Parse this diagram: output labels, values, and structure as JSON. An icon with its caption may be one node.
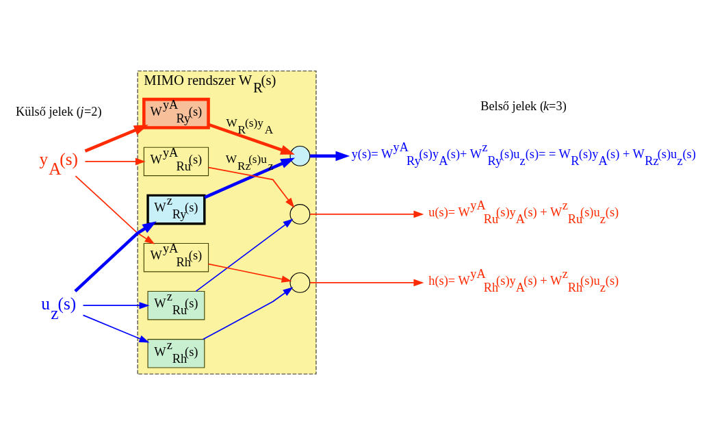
{
  "diagram": {
    "nodes": [
      {
        "text": [
          "MIMO rendszer W$_{R}$(s)"
        ]
      },
      {
        "text": [
          "y$_{A}$(s)"
        ]
      },
      {
        "text": [
          "u$_{z}$(s)"
        ]
      },
      {
        "text": [
          "W$^{yA}$$_{Ry}$(s)"
        ],
        "in": 0
      },
      {
        "text": [
          "W$^{z}$$_{Ry}$(s)"
        ],
        "in": 0
      },
      {
        "text": [
          "W$^{yA}$$_{Ru}$(s)"
        ],
        "in": 0
      },
      {
        "text": [
          "W$^{z}$$_{Ru}$(s)"
        ],
        "in": 0
      },
      {
        "text": [
          "W$^{yA}$$_{Rh}$(s)"
        ],
        "in": 0
      },
      {
        "text": [
          "W$^{z}$$_{Rh}$(s)"
        ],
        "in": 0
      },
      {
        "text": [],
        "shape": "circle",
        "in": 0
      },
      {
        "text": [],
        "shape": "circle",
        "in": 0
      },
      {
        "text": [],
        "shape": "circle",
        "in": 0
      },
      {
        "text": [
          "y(s)= W$^{yA}$$_{Ry}$(s)y$_{A}$(s)+ W$^{z}$$_{Ry}$(s)u$_{z}$(s)= = W$_{R}$(s)y$_{A}$(s) + W$_{Rz}$(s)u$_{z}$(s)"
        ]
      },
      {
        "text": [
          "u(s)= W$^{yA}$$_{Ru}$(s)y$_{A}$(s) + W$^{z}$$_{Ru}$(s)u$_{z}$(s)"
        ]
      },
      {
        "text": [
          "h(s)= W$^{yA}$$_{Rh}$(s)y$_{A}$(s) + W$^{z}$$_{Rh}$(s)u$_{z}$(s)"
        ]
      }
    ],
    "edges": [
      {
        "from": 1,
        "to": 3,
        "arrow": "to",
        "style": "thick"
      },
      {
        "from": 1,
        "to": 5,
        "arrow": "to"
      },
      {
        "from": 1,
        "to": 7,
        "arrow": "to"
      },
      {
        "from": 2,
        "to": 4,
        "arrow": "to",
        "style": "thick",
        "color": "#0000ff"
      },
      {
        "from": 2,
        "to": 6,
        "arrow": "to",
        "color": "#0000ff"
      },
      {
        "from": 2,
        "to": 8,
        "arrow": "to",
        "color": "#0000ff"
      },
      {
        "from": 3,
        "to": 9,
        "arrow": "to",
        "style": "thick",
        "label": "W$_{R}$(s)y$_{A}$"
      },
      {
        "from": 4,
        "to": 9,
        "arrow": "to",
        "style": "thick",
        "color": "#0000ff",
        "label": "W$_{Rz}$(s)u$_{z}$"
      },
      {
        "from": 5,
        "to": 10,
        "arrow": "to"
      },
      {
        "from": 6,
        "to": 10,
        "arrow": "to",
        "color": "#0000ff"
      },
      {
        "from": 7,
        "to": 11,
        "arrow": "to"
      },
      {
        "from": 8,
        "to": 11,
        "arrow": "to",
        "color": "#0000ff"
      },
      {
        "from": 9,
        "to": 12,
        "arrow": "to",
        "style": "thick",
        "color": "#0000ff"
      },
      {
        "from": 10,
        "to": 13,
        "arrow": "to"
      },
      {
        "from": 11,
        "to": 14,
        "arrow": "to"
      }
    ],
    "labels": [
      "Külső jelek (*j*=2)",
      "Belső jelek (*k*=3)"
    ]
  }
}
